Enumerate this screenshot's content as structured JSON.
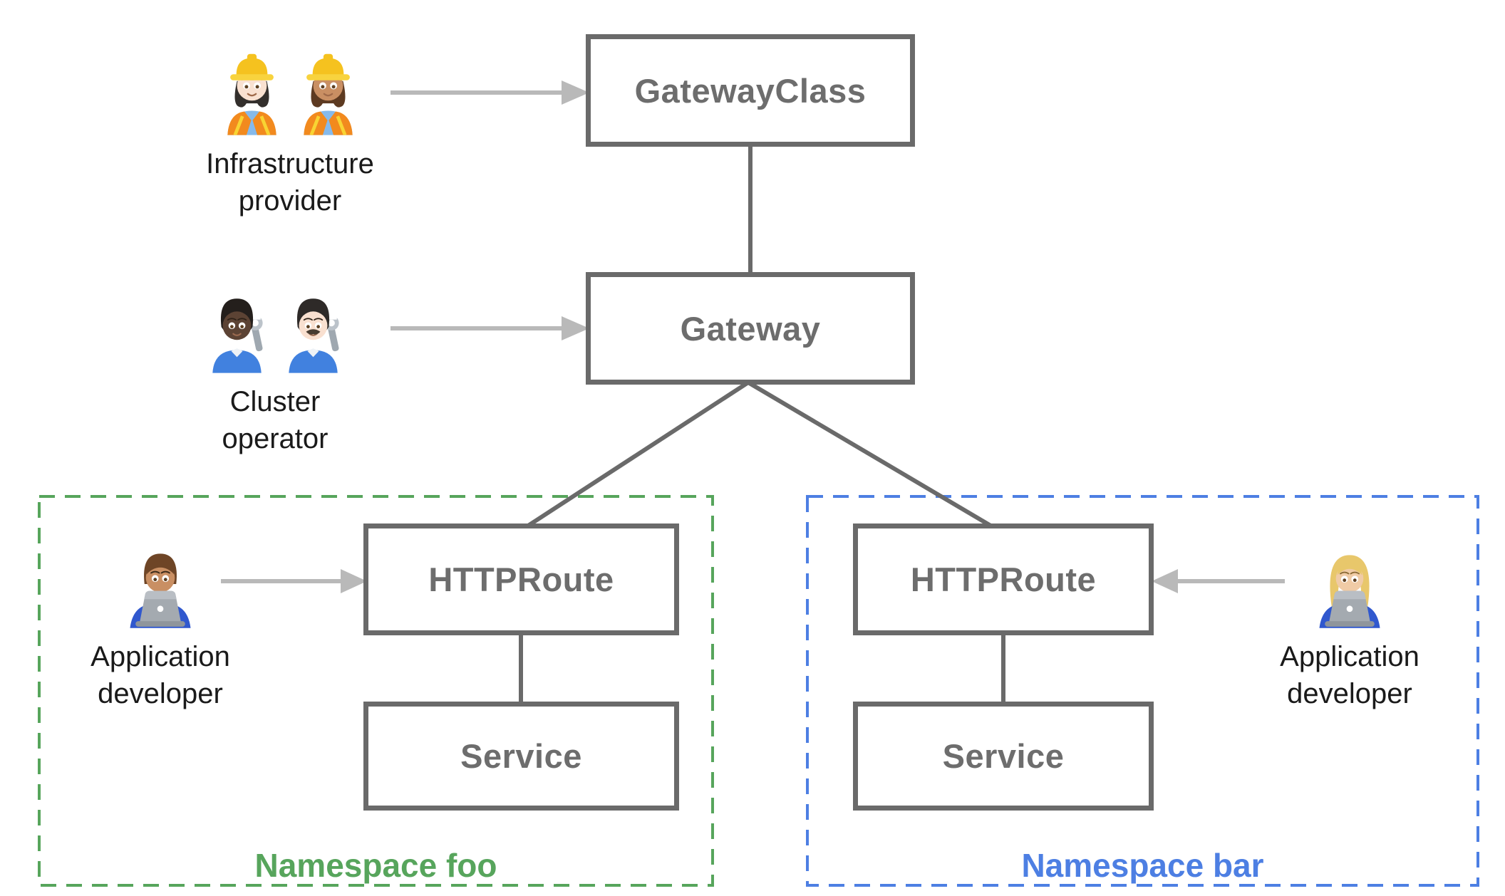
{
  "nodes": {
    "gateway_class": {
      "label": "GatewayClass"
    },
    "gateway": {
      "label": "Gateway"
    },
    "httproute_foo": {
      "label": "HTTPRoute"
    },
    "service_foo": {
      "label": "Service"
    },
    "httproute_bar": {
      "label": "HTTPRoute"
    },
    "service_bar": {
      "label": "Service"
    }
  },
  "personas": {
    "infrastructure_provider": {
      "label": "Infrastructure\nprovider",
      "icons": [
        "woman-construction-worker-light-skin-icon",
        "woman-construction-worker-medium-skin-icon"
      ]
    },
    "cluster_operator": {
      "label": "Cluster\noperator",
      "icons": [
        "person-mechanic-dark-skin-icon",
        "man-mechanic-light-skin-icon"
      ]
    },
    "application_developer_foo": {
      "label": "Application\ndeveloper",
      "icons": [
        "man-technologist-icon"
      ]
    },
    "application_developer_bar": {
      "label": "Application\ndeveloper",
      "icons": [
        "woman-technologist-icon"
      ]
    }
  },
  "namespaces": {
    "foo": {
      "label": "Namespace foo",
      "color": "#57A55C"
    },
    "bar": {
      "label": "Namespace bar",
      "color": "#4D7FE3"
    }
  },
  "colors": {
    "node_border": "#6a6a6a",
    "node_text": "#6d6d6d",
    "connector": "#6a6a6a",
    "arrow": "#b9b9b9",
    "persona_text": "#1a1a1a",
    "background": "#ffffff"
  }
}
